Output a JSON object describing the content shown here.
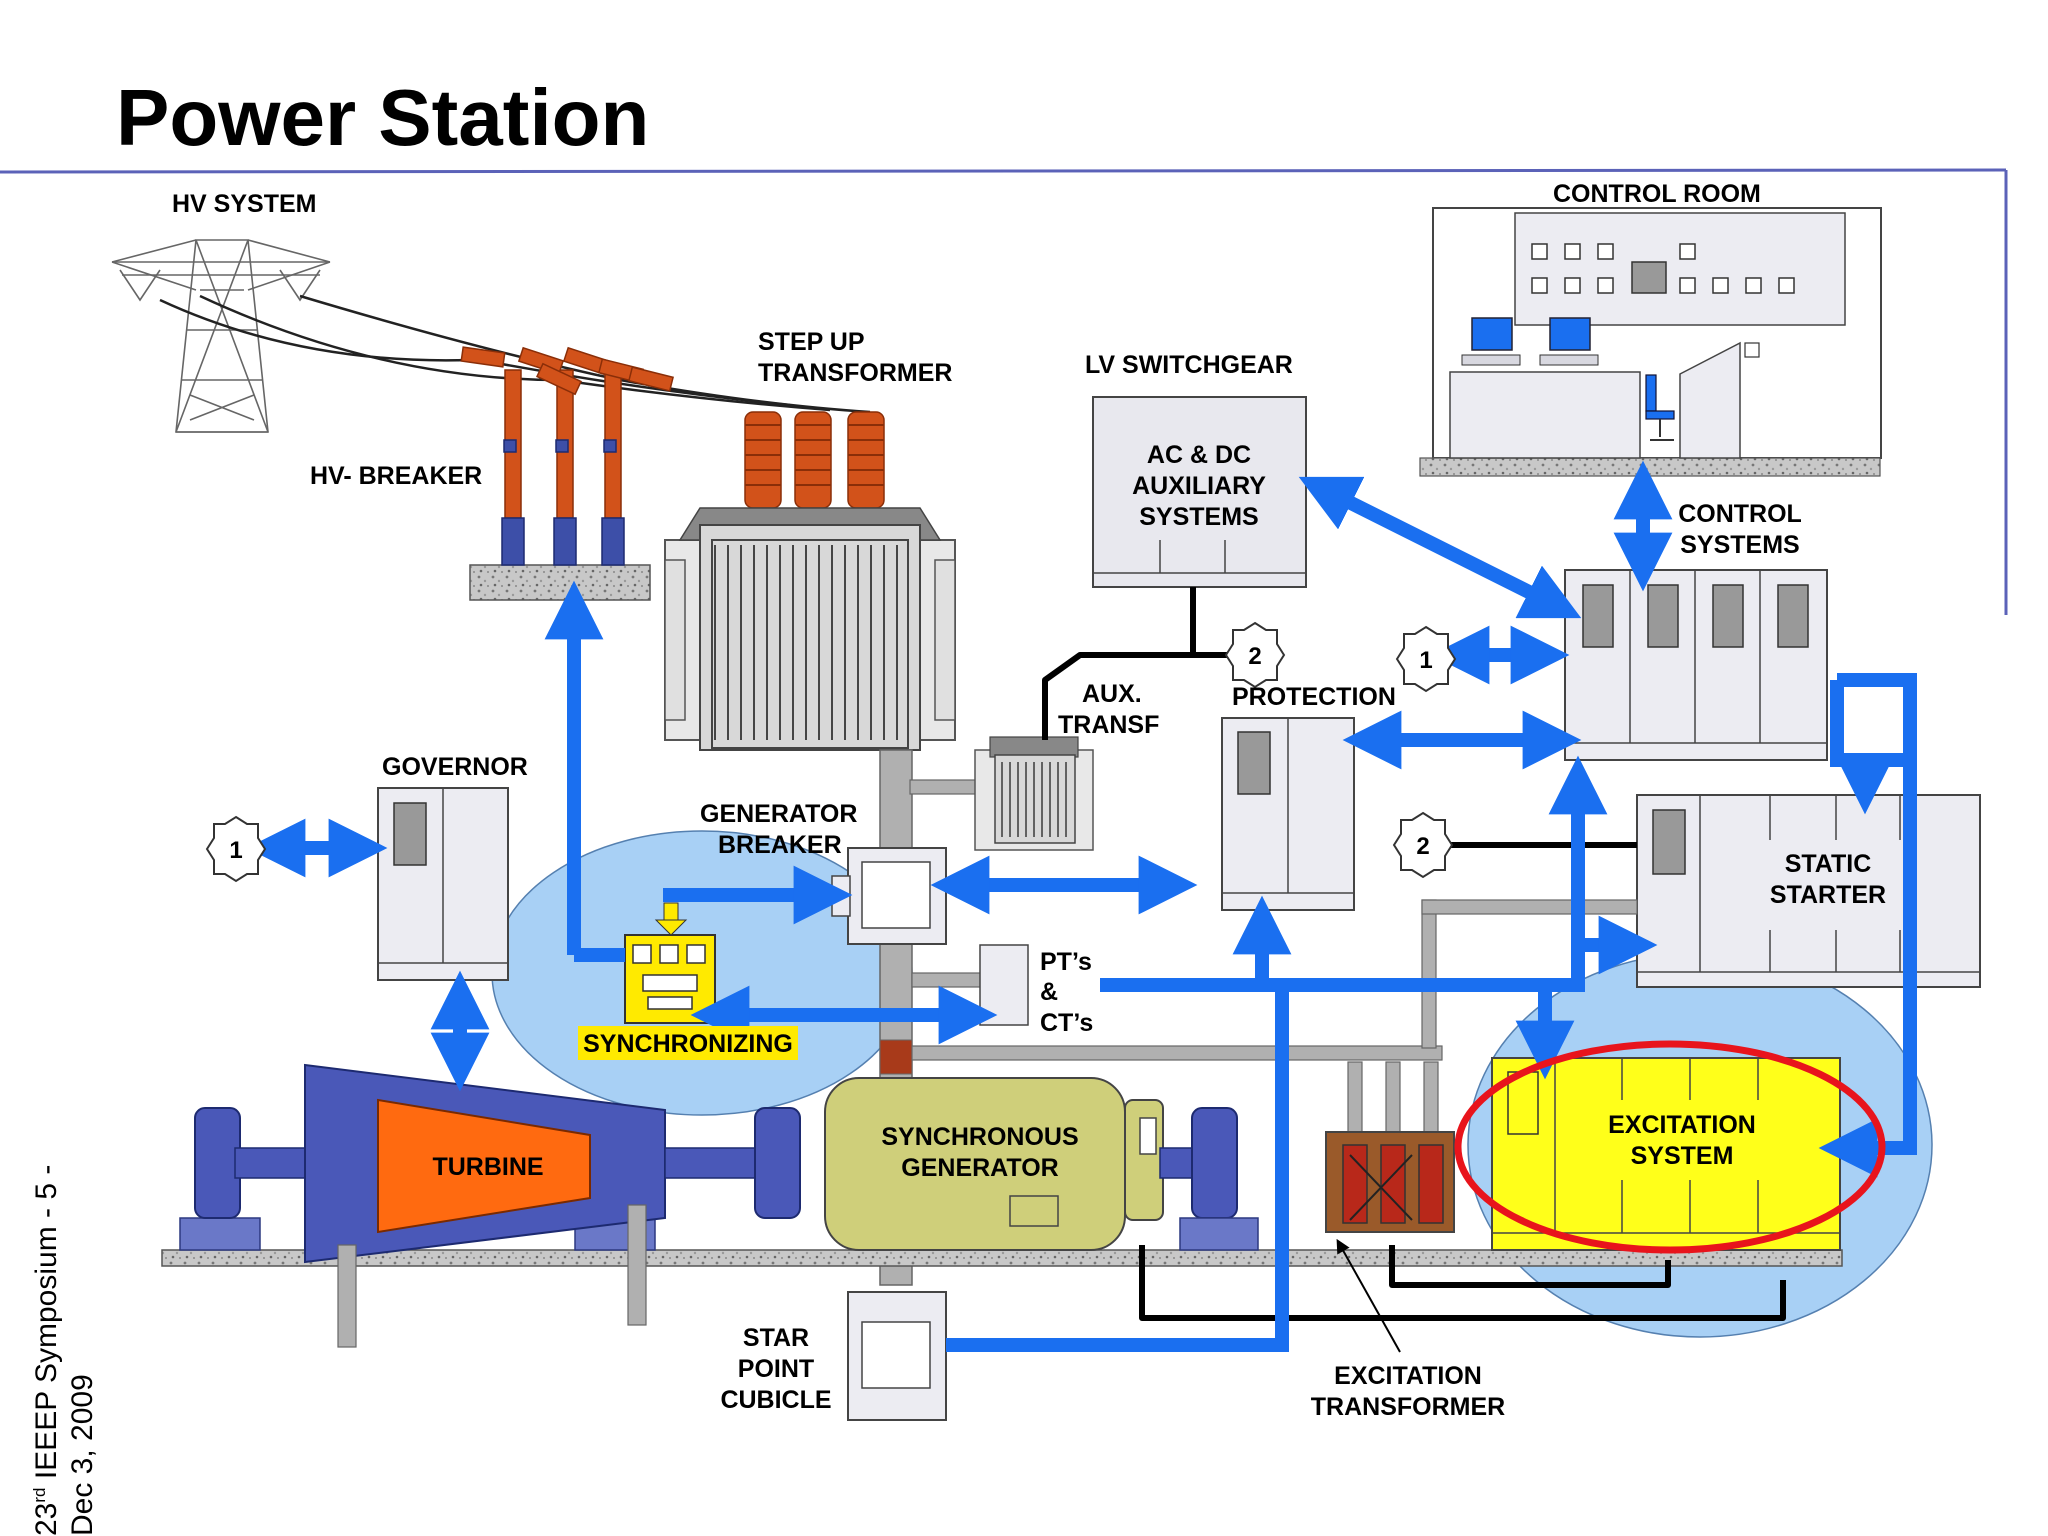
{
  "slide": {
    "title": "Power Station",
    "footer": {
      "line1_prefix": "23",
      "line1_sup": "rd",
      "line1_rest": " IEEEP Symposium - 5 -",
      "line2": "Dec 3, 2009"
    }
  },
  "labels": {
    "hv_system": "HV SYSTEM",
    "hv_breaker": "HV- BREAKER",
    "step_up_1": "STEP UP",
    "step_up_2": "TRANSFORMER",
    "lv_switchgear": "LV SWITCHGEAR",
    "ac_dc_1": "AC & DC",
    "ac_dc_2": "AUXILIARY",
    "ac_dc_3": "SYSTEMS",
    "control_room": "CONTROL ROOM",
    "control_systems_1": "CONTROL",
    "control_systems_2": "SYSTEMS",
    "aux_transf_1": "AUX.",
    "aux_transf_2": "TRANSF",
    "protection": "PROTECTION",
    "governor": "GOVERNOR",
    "generator_breaker_1": "GENERATOR",
    "generator_breaker_2": "BREAKER",
    "static_starter_1": "STATIC",
    "static_starter_2": "STARTER",
    "pts_cts_1": "PT’s",
    "pts_cts_2": "&",
    "pts_cts_3": "CT’s",
    "synchronizing": "SYNCHRONIZING",
    "excitation_system_1": "EXCITATION",
    "excitation_system_2": "SYSTEM",
    "turbine": "TURBINE",
    "sync_generator_1": "SYNCHRONOUS",
    "sync_generator_2": "GENERATOR",
    "star_point_1": "STAR",
    "star_point_2": "POINT",
    "star_point_3": "CUBICLE",
    "excitation_transformer_1": "EXCITATION",
    "excitation_transformer_2": "TRANSFORMER"
  },
  "badges": {
    "one": "1",
    "two": "2"
  },
  "colors": {
    "flow_arrow": "#1a6ff0",
    "highlight_ellipse": "#e8141c",
    "bubble": "#a8d0f5",
    "synchronizer": "#ffea00",
    "excitation_cabinet": "#ffff1a",
    "insulator": "#d2521a",
    "turbine_core": "#ff6a10",
    "turbine_body": "#4a58b8",
    "generator": "#cfcf7a",
    "rule_line": "#5b62b8"
  }
}
